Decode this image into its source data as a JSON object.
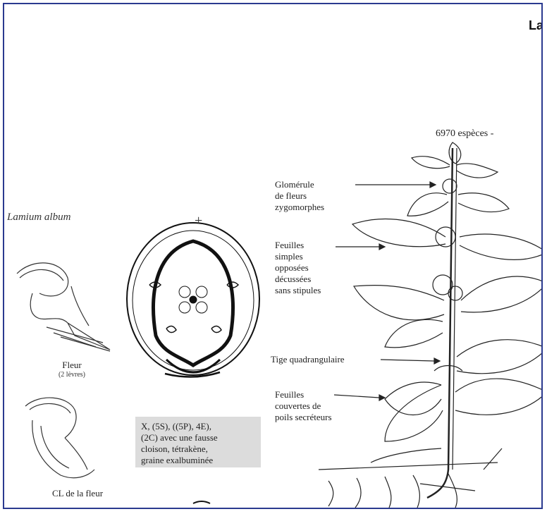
{
  "slide": {
    "title": "La",
    "species_count": "6970 espèces -",
    "species_name": "Lamium album",
    "symmetry_sign": "+"
  },
  "labels": {
    "glomerule": [
      "Glomérule",
      "de fleurs",
      "zygomorphes"
    ],
    "feuilles_simples": [
      "Feuilles",
      "simples",
      "opposées",
      "décussées",
      "sans stipules"
    ],
    "tige": "Tige quadrangulaire",
    "feuilles_couvertes": [
      "Feuilles",
      "couvertes de",
      "poils secréteurs"
    ]
  },
  "captions": {
    "fleur": "Fleur",
    "fleur_sub": "(2 lèvres)",
    "cl": "CL de la fleur"
  },
  "formula": {
    "line1": "X, (5S), ((5P), 4E),",
    "line2": "(2C) avec une fausse",
    "line3": "cloison, tétrakène,",
    "line4": "graine exalbuminée"
  },
  "colors": {
    "frame_border": "#2b3a8f",
    "formula_bg": "#dcdcdc",
    "ink": "#222222"
  }
}
